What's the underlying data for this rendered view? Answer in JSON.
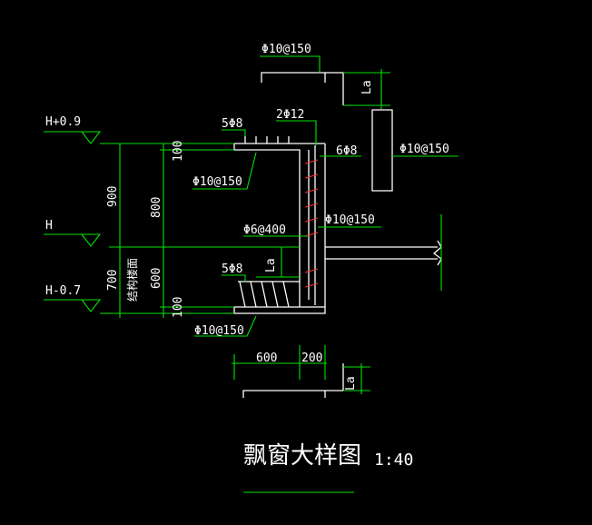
{
  "title": "飘窗大样图",
  "scale": "1:40",
  "rebar": {
    "top_bar": "Φ10@150",
    "edge_bars": "2Φ12",
    "upper_longitudinal": "5Φ8",
    "upper_slab_bar": "Φ10@150",
    "column_bars": "6Φ8",
    "wall_bar": "Φ10@150",
    "stirrup": "Φ6@400",
    "column_horizontal": "Φ10@150",
    "lower_longitudinal": "5Φ8",
    "lower_slab_bar": "Φ10@150"
  },
  "anchorage": {
    "top": "La",
    "middle": "La",
    "bottom": "La"
  },
  "elevations": {
    "upper": "H+0.9",
    "middle": "H",
    "lower": "H-0.7"
  },
  "dimensions": {
    "left_900": "900",
    "left_700": "700",
    "left_note": "结构楼面",
    "right_100_top": "100",
    "right_800": "800",
    "right_600": "600",
    "right_100_bottom": "100",
    "bottom_600": "600",
    "bottom_200": "200"
  },
  "colors": {
    "background": "#000000",
    "structure": "#ffffff",
    "dimension": "#00e400",
    "hatch": "#ff3030"
  }
}
